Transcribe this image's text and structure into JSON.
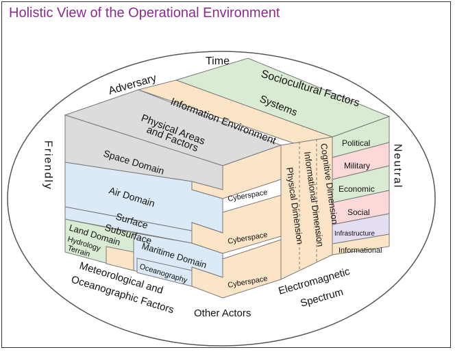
{
  "title": "Holistic View of the Operational Environment",
  "outer_labels": {
    "time": "Time",
    "adversary": "Adversary",
    "sociocultural": "Sociocultural Factors",
    "friendly": "Friendly",
    "neutral": "Neutral",
    "other_actors": "Other Actors",
    "meteorological_1": "Meteorological and",
    "meteorological_2": "Oceanographic Factors",
    "em_1": "Electromagnetic",
    "em_2": "Spectrum"
  },
  "top": {
    "systems": "Systems",
    "information_environment": "Information Environment",
    "physical_areas_1": "Physical Areas",
    "physical_areas_2": "and Factors"
  },
  "domains": {
    "space": "Space Domain",
    "air": "Air Domain",
    "surface": "Surface",
    "subsurface": "Subsurface",
    "land": "Land Domain",
    "hydrology": "Hydrology",
    "terrain": "Terrain",
    "maritime": "Maritime Domain",
    "oceanography": "Oceanography"
  },
  "cyberspace": "Cyberspace",
  "dimensions": {
    "physical": "Physical Dimension",
    "informational": "Informational Dimension",
    "cognitive": "Cognitive Dimension"
  },
  "systems_list": [
    "Political",
    "Military",
    "Economic",
    "Social",
    "Infrastructure",
    "Informational"
  ],
  "colors": {
    "title": "#8a2a8f",
    "gray": "#dcdcdc",
    "blue": "#dbeaf6",
    "green": "#d9ecd3",
    "peach": "#fce5c6",
    "pink": "#fbd9d9",
    "lavender": "#e4def0"
  }
}
